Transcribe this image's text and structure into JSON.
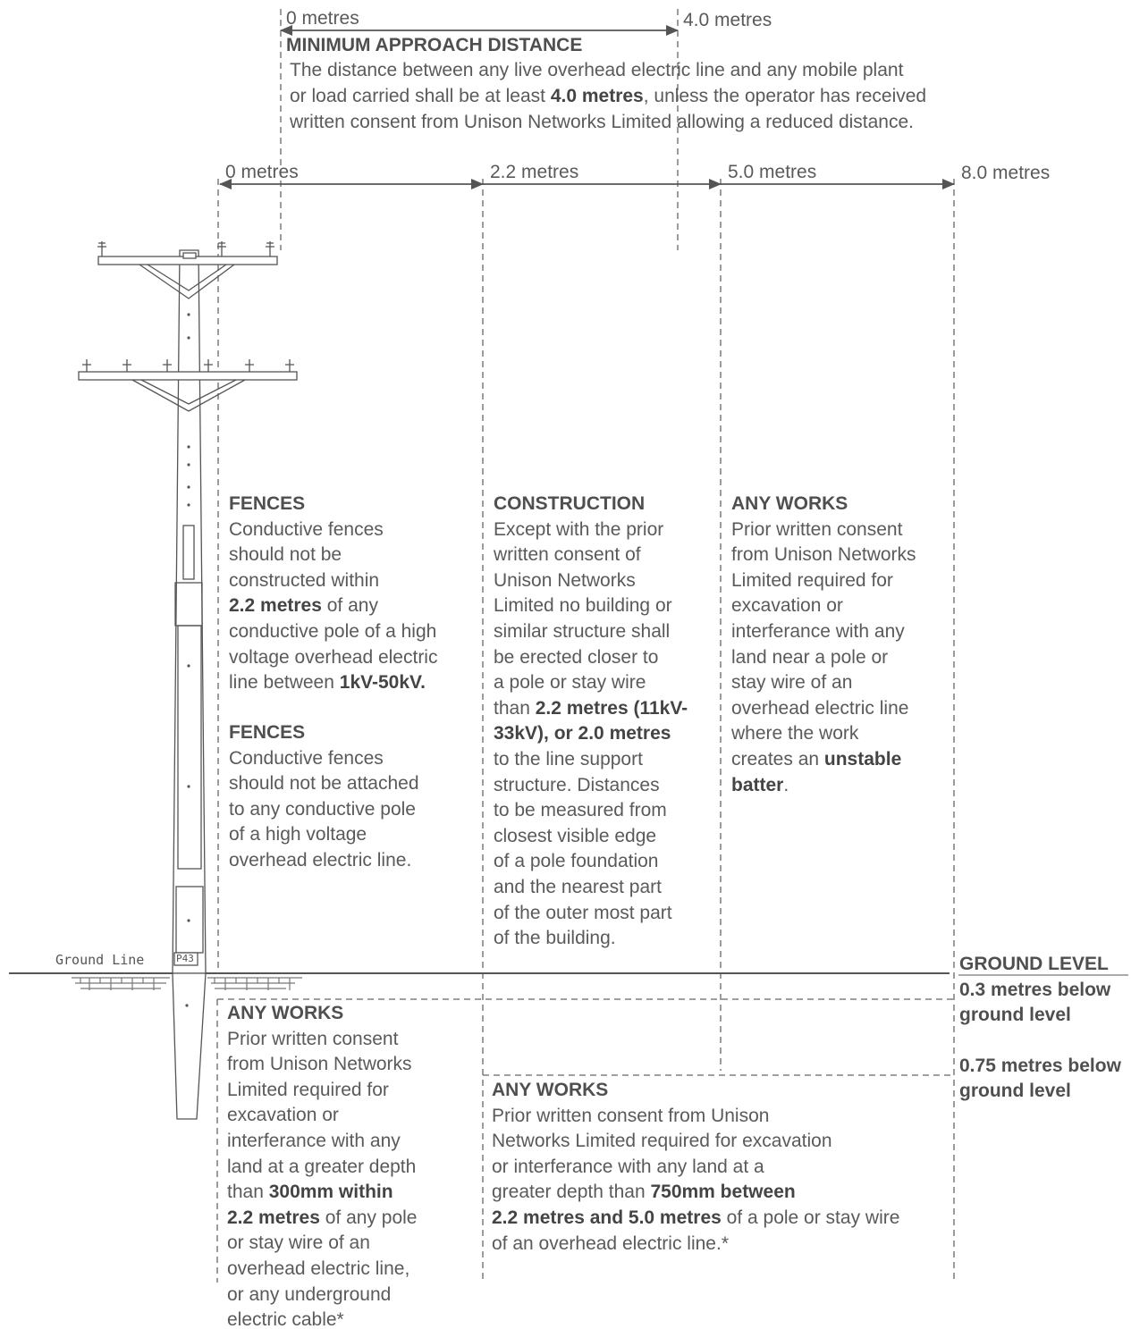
{
  "mad": {
    "start_label": "0 metres",
    "end_label": "4.0 metres",
    "title": "MINIMUM APPROACH DISTANCE",
    "line1": "The distance between any live overhead electric line and any mobile plant",
    "line2_pre": "or load carried shall be at least ",
    "line2_bold": "4.0 metres",
    "line2_post": ", unless the operator has received",
    "line3": "written consent from Unison Networks Limited allowing a reduced distance."
  },
  "scale": {
    "m0": "0 metres",
    "m22": "2.2 metres",
    "m50": "5.0 metres",
    "m80": "8.0 metres"
  },
  "fences1": {
    "title": "FENCES",
    "l1": "Conductive fences",
    "l2": "should not be",
    "l3": "constructed within",
    "l4_bold": "2.2 metres",
    "l4_post": " of any",
    "l5": "conductive pole of a high",
    "l6": "voltage overhead electric",
    "l7_pre": "line between ",
    "l7_bold": "1kV-50kV."
  },
  "fences2": {
    "title": "FENCES",
    "l1": "Conductive fences",
    "l2": "should not be attached",
    "l3": "to any conductive pole",
    "l4": "of a high voltage",
    "l5": "overhead electric line."
  },
  "construction": {
    "title": "CONSTRUCTION",
    "l1": "Except with the prior",
    "l2": "written consent of",
    "l3": "Unison Networks",
    "l4": "Limited no building or",
    "l5": "similar structure shall",
    "l6": "be erected closer to",
    "l7": "a pole or stay wire",
    "l8_pre": "than ",
    "l8_bold": "2.2 metres (11kV-",
    "l9_bold": "33kV), or 2.0 metres",
    "l10": "to the line support",
    "l11": "structure. Distances",
    "l12": "to be measured from",
    "l13": "closest visible edge",
    "l14": "of a pole foundation",
    "l15": "and the nearest part",
    "l16": "of the outer most part",
    "l17": "of the building."
  },
  "anyworks_top": {
    "title": "ANY WORKS",
    "l1": "Prior written consent",
    "l2": "from Unison Networks",
    "l3": "Limited required for",
    "l4": "excavation or",
    "l5": "interferance with any",
    "l6": "land near a pole or",
    "l7": "stay wire of an",
    "l8": "overhead electric line",
    "l9": "where the work",
    "l10_pre": "creates an ",
    "l10_bold": "unstable",
    "l11_bold": "batter",
    "l11_post": "."
  },
  "anyworks_left": {
    "title": "ANY WORKS",
    "l1": "Prior written consent",
    "l2": "from Unison Networks",
    "l3": "Limited required for",
    "l4": "excavation or",
    "l5": "interferance with any",
    "l6": "land at a greater depth",
    "l7_pre": "than ",
    "l7_bold": "300mm within",
    "l8_bold": "2.2 metres",
    "l8_post": " of any pole",
    "l9": "or stay wire of an",
    "l10": "overhead electric line,",
    "l11": "or any underground",
    "l12": "electric cable*"
  },
  "anyworks_mid": {
    "title": "ANY WORKS",
    "l1": "Prior written consent from Unison",
    "l2": "Networks Limited required for excavation",
    "l3": "or interferance with any land at a",
    "l4_pre": "greater depth than ",
    "l4_bold": "750mm between",
    "l5_bold": "2.2 metres and 5.0 metres",
    "l5_post": " of a pole or stay wire",
    "l6": "of an overhead electric line.*"
  },
  "levels": {
    "ground": "GROUND LEVEL",
    "d03_l1": "0.3 metres below",
    "d03_l2": "ground level",
    "d075_l1": "0.75 metres below",
    "d075_l2": "ground level"
  },
  "pole": {
    "ground_line": "Ground Line",
    "tag": "P43"
  }
}
